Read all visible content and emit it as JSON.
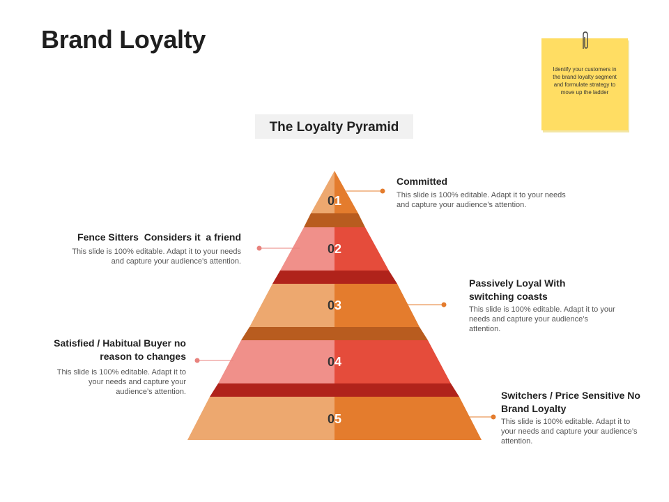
{
  "title": "Brand Loyalty",
  "subtitle": "The Loyalty Pyramid",
  "note": {
    "text": "Identify your customers in the brand loyalty segment and formulate strategy to move up the ladder",
    "color": "#ffdd63"
  },
  "colors": {
    "tier_odd_left": "#eda86f",
    "tier_odd_right": "#e47c2d",
    "tier_even_left": "#f0908a",
    "tier_even_right": "#e54c3b",
    "connector_orange": "#b85c1f",
    "connector_red": "#b0231b",
    "line_orange": "#e47c2d",
    "line_red": "#e8827d"
  },
  "tiers": [
    {
      "num": "01",
      "num_first": "0",
      "num_second": "1",
      "label": "Committed",
      "desc": "This slide is 100% editable. Adapt it to your needs and capture your audience’s attention."
    },
    {
      "num": "02",
      "num_first": "0",
      "num_second": "2",
      "label": "Fence Sitters  Considers it  a friend",
      "desc": "This slide is 100% editable. Adapt it to your needs and capture your audience’s attention."
    },
    {
      "num": "03",
      "num_first": "0",
      "num_second": "3",
      "label": "Passively Loyal With switching coasts",
      "desc": "This slide is 100% editable. Adapt it to your needs and capture your audience’s attention."
    },
    {
      "num": "04",
      "num_first": "0",
      "num_second": "4",
      "label": "Satisfied / Habitual Buyer no reason to changes",
      "desc": "This slide is 100% editable. Adapt it to your needs and capture your audience’s attention."
    },
    {
      "num": "05",
      "num_first": "0",
      "num_second": "5",
      "label": "Switchers / Price Sensitive No Brand Loyalty",
      "desc": "This slide is 100% editable. Adapt it to your needs and capture your audience’s attention."
    }
  ]
}
